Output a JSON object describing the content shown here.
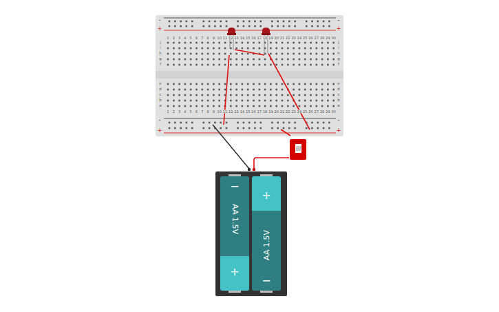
{
  "diagram": {
    "nodes": [
      {
        "text": [
          "−",
          "AA 1.5V",
          "+"
        ]
      },
      {
        "text": [
          "+",
          "AA 1.5V",
          "−"
        ]
      }
    ],
    "labels": [
      "-",
      "+",
      "-",
      "+",
      "1",
      "2",
      "3",
      "4",
      "5",
      "6",
      "7",
      "8",
      "9",
      "10",
      "11",
      "12",
      "13",
      "14",
      "15",
      "16",
      "17",
      "18",
      "19",
      "20",
      "21",
      "22",
      "23",
      "24",
      "25",
      "26",
      "27",
      "28",
      "29",
      "30",
      "j",
      "i",
      "h",
      "g",
      "f",
      "j",
      "i",
      "h",
      "g",
      "f",
      "e",
      "d",
      "c",
      "b",
      "a",
      "e",
      "d",
      "c",
      "b",
      "a",
      "1",
      "2",
      "3",
      "4",
      "5",
      "6",
      "7",
      "8",
      "9",
      "10",
      "11",
      "12",
      "13",
      "14",
      "15",
      "16",
      "17",
      "18",
      "19",
      "20",
      "21",
      "22",
      "23",
      "24",
      "25",
      "26",
      "27",
      "28",
      "29",
      "30",
      "-",
      "+",
      "-",
      "+"
    ]
  }
}
